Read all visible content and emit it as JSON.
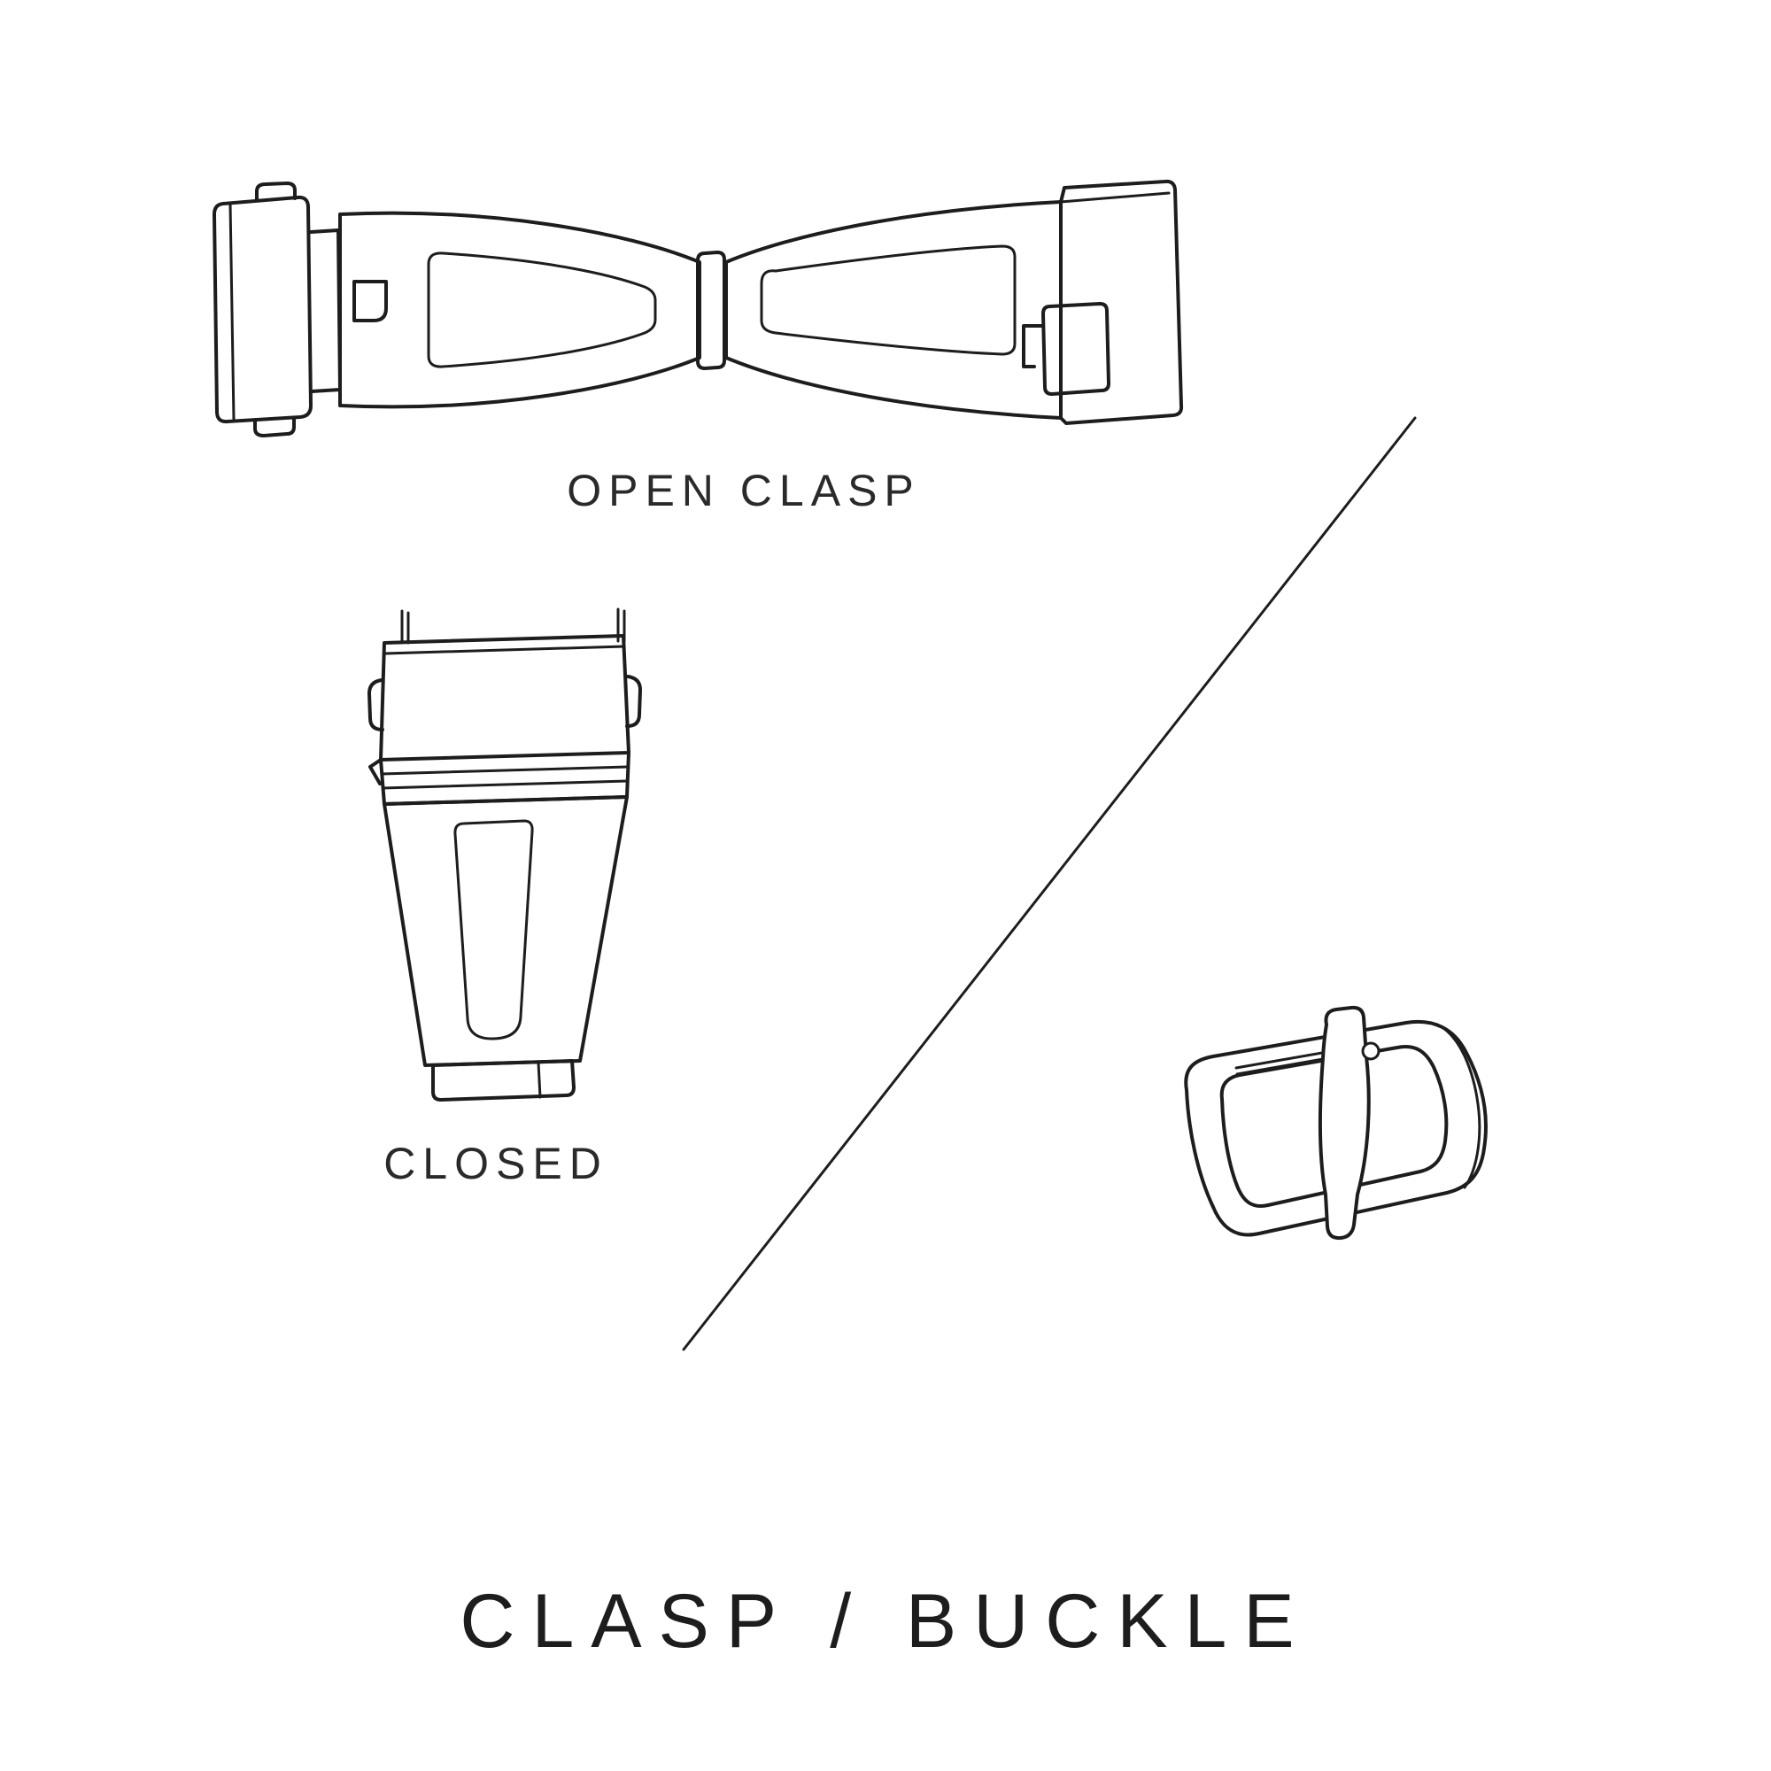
{
  "page": {
    "title": "CLASP / BUCKLE",
    "background_color": "#ffffff",
    "line_color": "#1d1d1d",
    "text_color": "#2a2a2a"
  },
  "figures": {
    "open_clasp": {
      "label": "OPEN CLASP",
      "icon": "open-clasp-illustration",
      "description": "deployant watch clasp shown unfolded, top view"
    },
    "closed_clasp": {
      "label": "CLOSED",
      "icon": "closed-clasp-illustration",
      "description": "deployant watch clasp shown folded closed"
    },
    "buckle": {
      "label": "",
      "icon": "tang-buckle-illustration",
      "description": "watch strap tang buckle with pin and tongue"
    }
  },
  "divider": {
    "icon": "diagonal-divider-line"
  }
}
